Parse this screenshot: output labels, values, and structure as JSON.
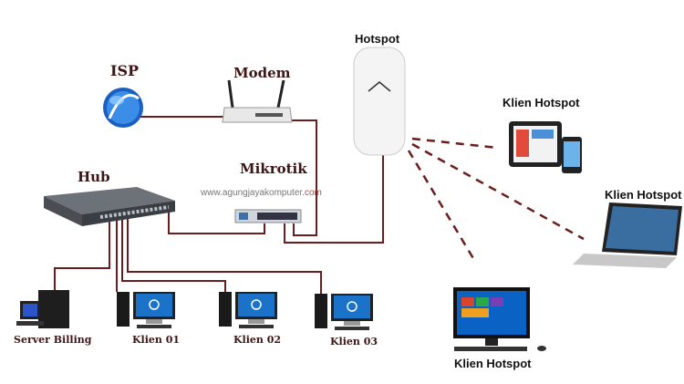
{
  "labels": {
    "hotspot": "Hotspot",
    "isp": "ISP",
    "modem": "Modem",
    "mikrotik": "Mikrotik",
    "hub": "Hub",
    "watermark": "www.agungjayakomputer",
    "watermark_tld": ".com",
    "klien_hotspot_tablet": "Klien Hotspot",
    "klien_hotspot_laptop": "Klien Hotspot",
    "klien_hotspot_desktop": "Klien Hotspot",
    "server_billing": "Server Billing",
    "klien_01": "Klien 01",
    "klien_02": "Klien 02",
    "klien_03": "Klien 03"
  },
  "colors": {
    "cable": "#6b1d1d",
    "label": "#3c1414",
    "screen": "#1a73c9"
  }
}
